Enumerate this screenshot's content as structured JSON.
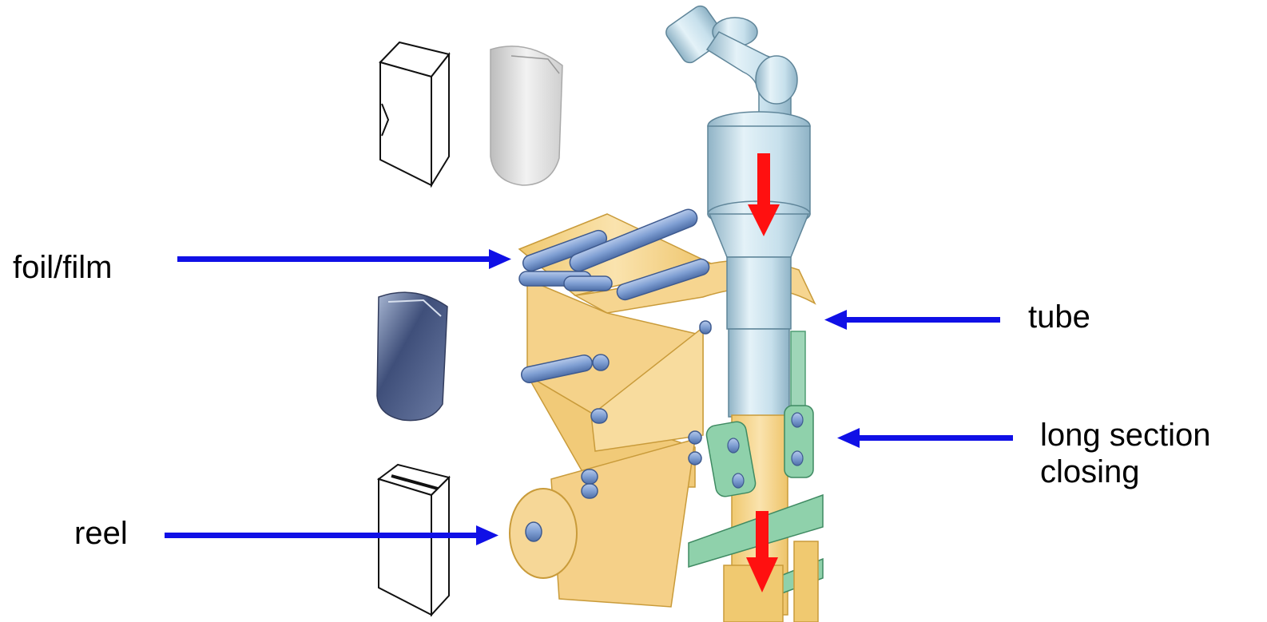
{
  "labels": {
    "foil_film": "foil/film",
    "reel": "reel",
    "tube": "tube",
    "long_section_closing": [
      "long section",
      "closing"
    ]
  },
  "colors": {
    "pointer_arrow": "#1010e6",
    "flow_arrow": "#ff1010",
    "film": "#f3d58f",
    "film_edge": "#c99b3a",
    "roller": "#7f9fd3",
    "tube_metal": "#c7e0ec",
    "seal_jaw": "#7fc9a0",
    "carton_outline": "#111111",
    "bag_white": "#e7e7e7",
    "bag_foil": "#45557e"
  },
  "icons": [
    "motor-icon",
    "filling-pipe-icon",
    "hopper-icon",
    "carton-icon",
    "paper-bag-icon",
    "foil-bag-icon",
    "roller-icon",
    "film-reel-icon",
    "sealing-jaw-icon"
  ]
}
